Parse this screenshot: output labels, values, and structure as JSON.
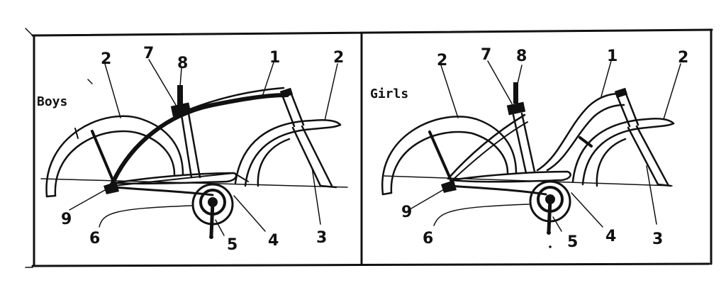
{
  "panels": [
    {
      "caption": "Boys",
      "labels": [
        "1",
        "2",
        "2",
        "3",
        "4",
        "5",
        "6",
        "7",
        "8",
        "9"
      ]
    },
    {
      "caption": "Girls",
      "labels": [
        "1",
        "2",
        "2",
        "3",
        "4",
        "5",
        "6",
        "7",
        "8",
        "9"
      ]
    }
  ]
}
